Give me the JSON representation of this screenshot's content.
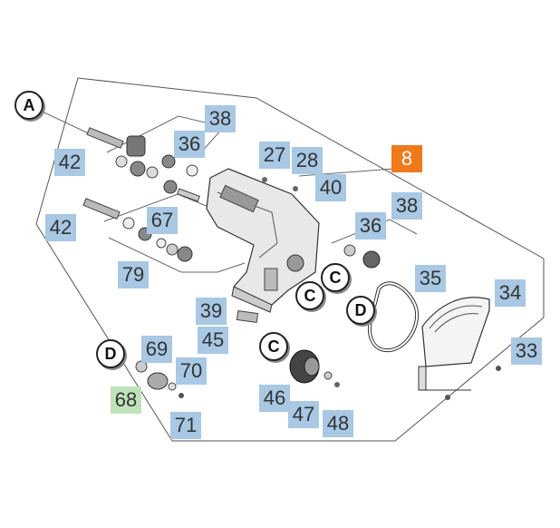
{
  "colors": {
    "label_bg": "#a8c8e4",
    "selected_bg": "#f07a1a",
    "alt_bg": "#bfe3b8",
    "outline": "#555555"
  },
  "markers": {
    "a": "A",
    "c1": "C",
    "c2": "C",
    "c3": "C",
    "d1": "D",
    "d2": "D"
  },
  "labels": {
    "p8": "8",
    "p27": "27",
    "p28": "28",
    "p33": "33",
    "p34": "34",
    "p35": "35",
    "p36a": "36",
    "p36b": "36",
    "p38a": "38",
    "p38b": "38",
    "p39": "39",
    "p40": "40",
    "p42a": "42",
    "p42b": "42",
    "p45": "45",
    "p46": "46",
    "p47": "47",
    "p48": "48",
    "p67": "67",
    "p68": "68",
    "p69": "69",
    "p70": "70",
    "p71": "71",
    "p79": "79"
  }
}
